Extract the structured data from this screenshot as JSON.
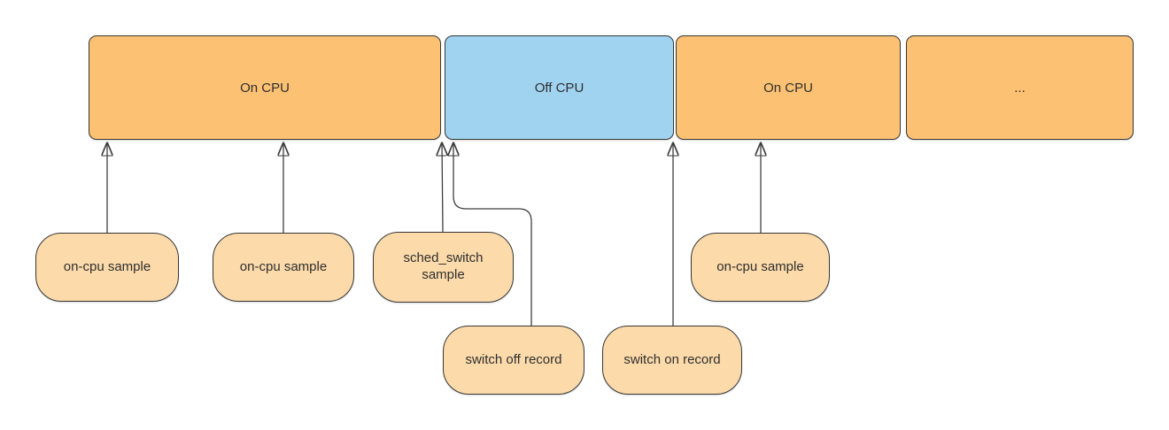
{
  "diagram": {
    "title": "cpu-profiling-timeline",
    "colors": {
      "on_cpu_fill": "#fcc173",
      "off_cpu_fill": "#a0d3f0",
      "pill_fill": "#fcdaaa",
      "border": "#363636",
      "arrow": "#3e3e3e",
      "text": "#2f2f2f",
      "background": "#ffffff"
    },
    "timeline_blocks": [
      {
        "label": "On CPU",
        "state": "on-cpu"
      },
      {
        "label": "Off CPU",
        "state": "off-cpu"
      },
      {
        "label": "On CPU",
        "state": "on-cpu"
      },
      {
        "label": "...",
        "state": "on-cpu"
      }
    ],
    "event_pills": [
      {
        "label": "on-cpu sample",
        "points_to": "inside first On CPU block"
      },
      {
        "label": "on-cpu sample",
        "points_to": "inside first On CPU block"
      },
      {
        "label": "sched_switch sample",
        "points_to": "On CPU to Off CPU boundary"
      },
      {
        "label": "on-cpu sample",
        "points_to": "inside second On CPU block"
      },
      {
        "label": "switch off record",
        "points_to": "On CPU to Off CPU boundary"
      },
      {
        "label": "switch on record",
        "points_to": "Off CPU to On CPU boundary"
      }
    ]
  }
}
